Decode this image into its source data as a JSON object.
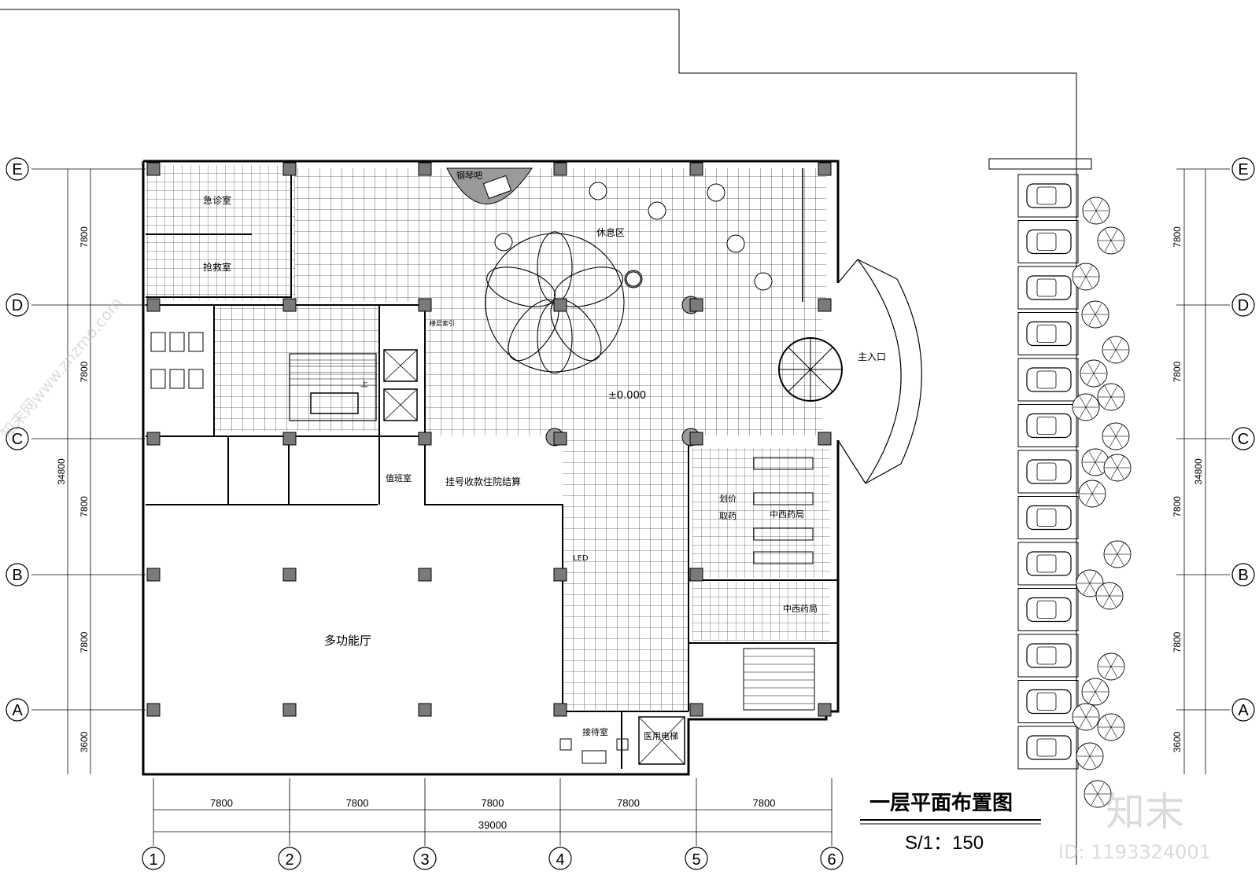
{
  "drawing": {
    "title": "一层平面布置图",
    "scale": "S/1：150",
    "level_mark": "±0.000"
  },
  "axes": {
    "rows": [
      "E",
      "D",
      "C",
      "B",
      "A"
    ],
    "columns": [
      "1",
      "2",
      "3",
      "4",
      "5",
      "6"
    ]
  },
  "dimensions": {
    "bottom": [
      "7800",
      "7800",
      "7800",
      "7800",
      "7800"
    ],
    "bottom_total": "39000",
    "left": [
      "7800",
      "7800",
      "7800",
      "7800",
      "3600"
    ],
    "left_total": "34800",
    "right": [
      "7800",
      "7800",
      "7800",
      "7800",
      "3600"
    ],
    "right_total": "34800"
  },
  "rooms": {
    "emergency": "急诊室",
    "rescue": "抢救室",
    "piano_bar": "钢琴吧",
    "rest_area": "休息区",
    "main_entrance": "主入口",
    "floor_guide": "楼层索引",
    "stair_up": "上",
    "duty_room": "值班室",
    "registration": "挂号收款住院结算",
    "pricing": "划价",
    "dispensing": "取药",
    "pharmacy_1": "中西药局",
    "pharmacy_2": "中西药局",
    "multi_hall": "多功能厅",
    "led": "LED",
    "reception": "接待室",
    "medical_elevator": "医用电梯"
  },
  "watermark": {
    "brand": "知末",
    "id": "ID: 1193324001",
    "url": "知末网www.znzmo.com"
  },
  "colors": {
    "line": "#000000",
    "watermark": "#bfbfbf",
    "column": "#7a7a7a"
  }
}
